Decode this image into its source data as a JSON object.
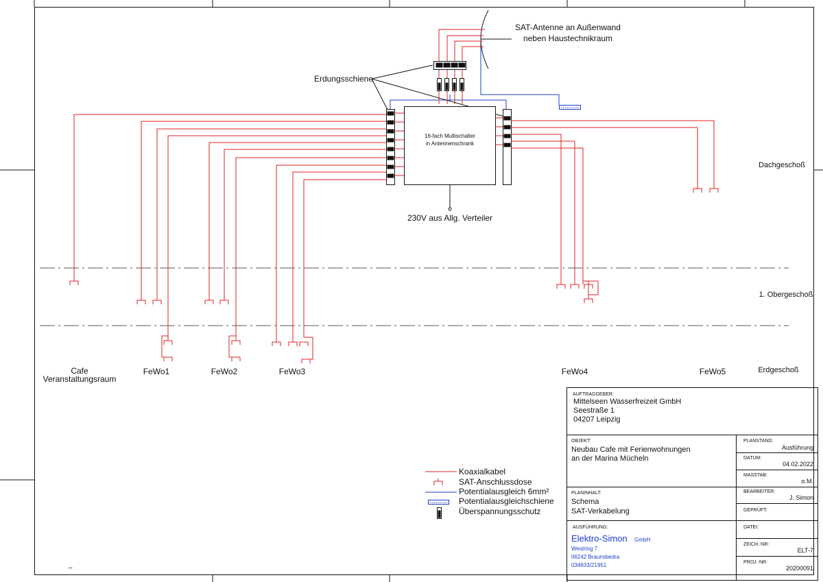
{
  "antenna": {
    "line1": "SAT-Antenne an Außenwand",
    "line2": "neben Haustechnikraum"
  },
  "grounding_label": "Erdungsschiene",
  "multiswitch": {
    "line1": "16-fach Multischalter",
    "line2": "in Antennenschrank"
  },
  "power_label": "230V aus Allg. Verteiler",
  "floors": {
    "roof": "Dachgeschoß",
    "first": "1. Obergeschoß",
    "ground": "Erdgeschoß"
  },
  "units": {
    "cafe_line1": "Cafe",
    "cafe_line2": "Veranstaltungsraum",
    "fewo1": "FeWo1",
    "fewo2": "FeWo2",
    "fewo3": "FeWo3",
    "fewo4": "FeWo4",
    "fewo5": "FeWo5"
  },
  "legend": {
    "coax": "Koaxialkabel",
    "socket": "SAT-Anschlussdose",
    "equipotential": "Potentialausgleich 6mm²",
    "equipotential_bar": "Potentialausgleichschiene",
    "surge": "Überspannungsschutz"
  },
  "colors": {
    "coax": "#e02020",
    "equipotential": "#1a3cc7",
    "line": "#111111"
  },
  "title_block": {
    "client_label": "AUFTRAGGEBER:",
    "client_line1": "Mittelseen Wasserfreizeit GmbH",
    "client_line2": "Seestraße 1",
    "client_line3": "04207 Leipzig",
    "object_label": "OBJEKT:",
    "object_line1": "Neubau Cafe mit Ferienwohnungen",
    "object_line2": "an der Marina Mücheln",
    "plan_status_label": "PLANSTAND:",
    "plan_status_value": "Ausführung",
    "date_label": "DATUM:",
    "date_value": "04.02.2022",
    "scale_label": "MASSTAB:",
    "scale_value": "o.M.",
    "content_label": "PLANINHALT:",
    "content_line1": "Schema",
    "content_line2": "SAT-Verkabelung",
    "editor_label": "BEARBEITER:",
    "editor_value": "J. Simon",
    "checked_label": "GEPRÜFT:",
    "executor_label": "AUSFÜHRUNG:",
    "company_name": "Elektro-Simon",
    "company_suffix": "GmbH",
    "company_street": "Westring 7",
    "company_city": "06242 Braunsbedra",
    "company_phone": "034633/21951",
    "file_label": "DATEI:",
    "drawing_no_label": "ZEICH.-NR:",
    "drawing_no_value": "ELT-7",
    "project_no_label": "PROJ.-NR:",
    "project_no_value": "20200091"
  },
  "corner_mark": "–"
}
